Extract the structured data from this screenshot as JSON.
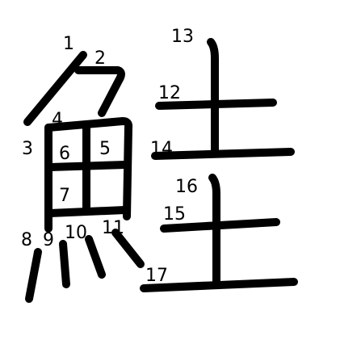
{
  "character": "鮭",
  "stroke_count": 17,
  "stroke_color": "#000000",
  "background_color": "#ffffff",
  "stroke_numbers": [
    "1",
    "2",
    "3",
    "4",
    "5",
    "6",
    "7",
    "8",
    "9",
    "10",
    "11",
    "12",
    "13",
    "14",
    "15",
    "16",
    "17"
  ]
}
